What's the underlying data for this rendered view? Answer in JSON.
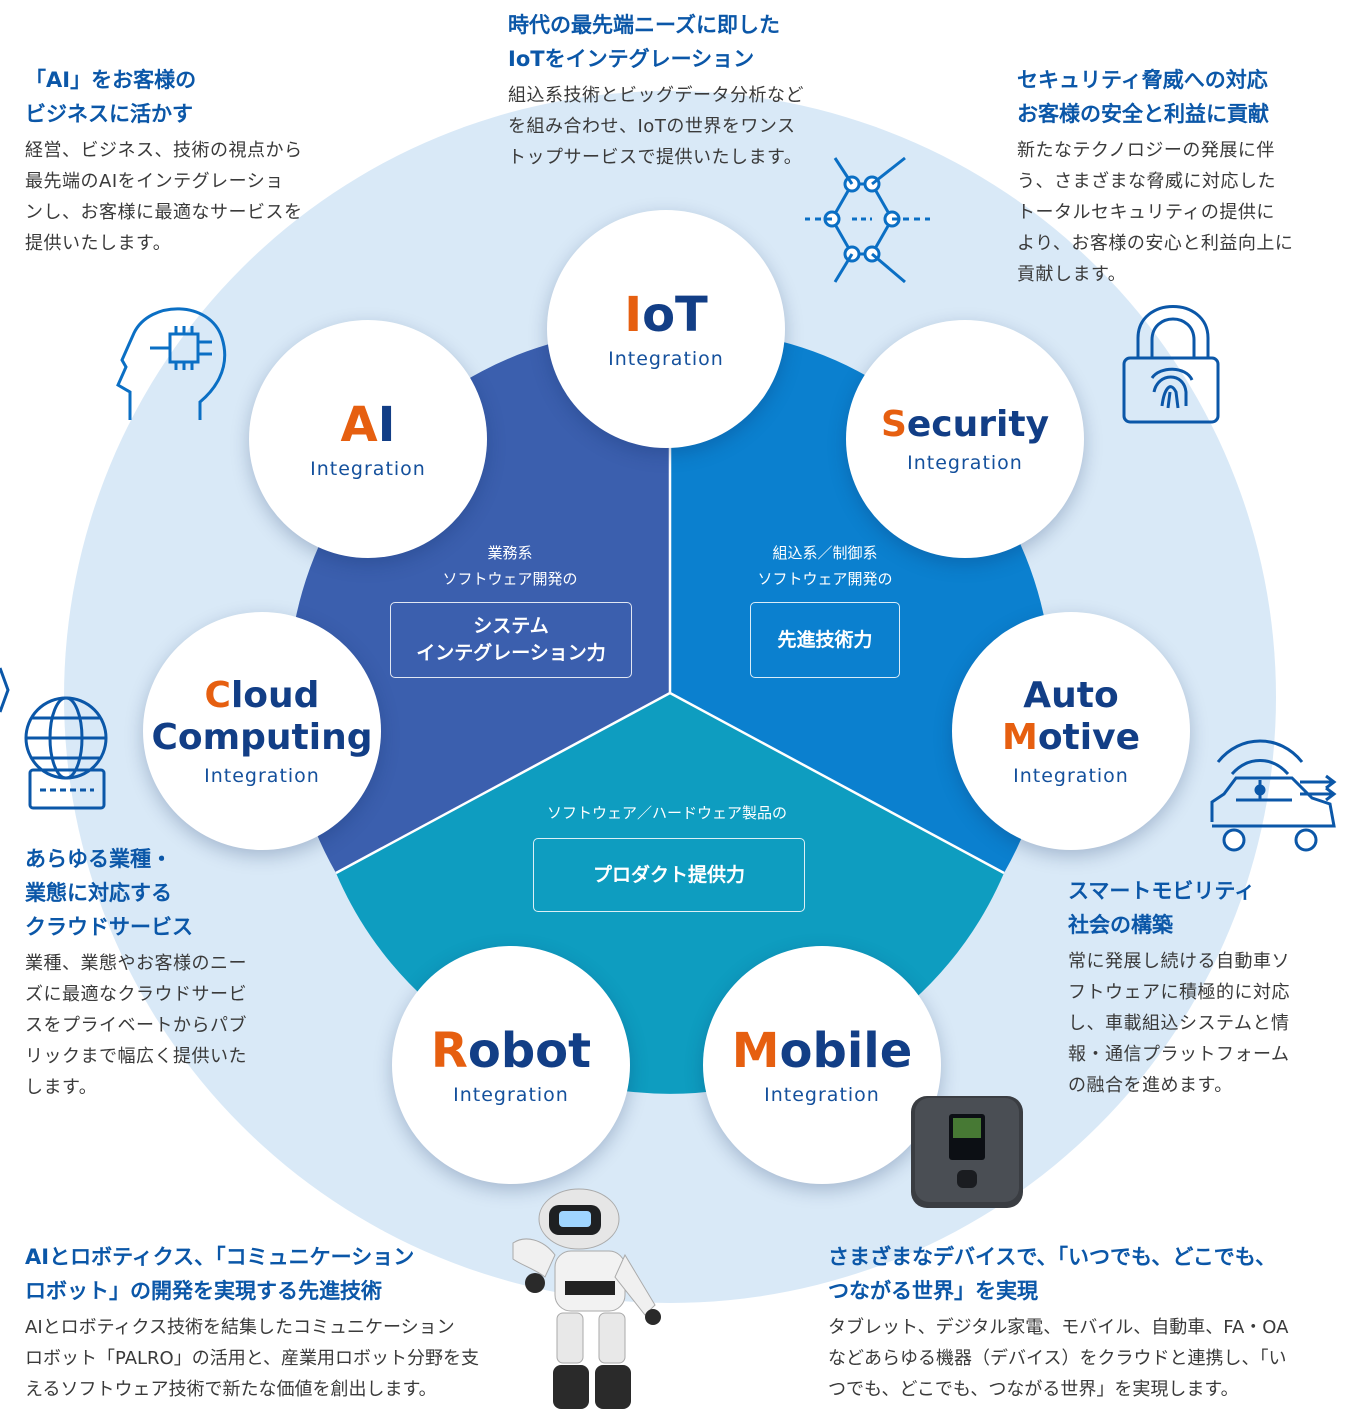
{
  "colors": {
    "outer_circle": "#d9e9f7",
    "sector_left": "#3b5fae",
    "sector_right": "#0b80cf",
    "sector_bottom": "#0e9dc0",
    "heading": "#0b57a8",
    "accent": "#e65f10",
    "node_title": "#123e86"
  },
  "nodes": {
    "iot": {
      "accent": "I",
      "rest": "oT",
      "sub": "Integration"
    },
    "ai": {
      "accent": "A",
      "rest": "I",
      "sub": "Integration"
    },
    "security": {
      "accent": "S",
      "rest": "ecurity",
      "sub": "Integration"
    },
    "cloud": {
      "accent": "C",
      "rest": "loud",
      "line2": "Computing",
      "sub": "Integration"
    },
    "auto": {
      "line1": "Auto",
      "accent": "M",
      "rest": "otive",
      "sub": "Integration"
    },
    "robot": {
      "accent": "R",
      "rest": "obot",
      "sub": "Integration"
    },
    "mobile": {
      "accent": "M",
      "rest": "obile",
      "sub": "Integration"
    }
  },
  "sectors": {
    "left": {
      "label1": "業務系",
      "label2": "ソフトウェア開発の",
      "box1": "システム",
      "box2": "インテグレーション力"
    },
    "right": {
      "label1": "組込系／制御系",
      "label2": "ソフトウェア開発の",
      "box": "先進技術力"
    },
    "bottom": {
      "label": "ソフトウェア／ハードウェア製品の",
      "box": "プロダクト提供力"
    }
  },
  "texts": {
    "iot": {
      "h1": "時代の最先端ニーズに即した",
      "h2": "IoTをインテグレーション",
      "b1": "組込系技術とビッグデータ分析など",
      "b2": "を組み合わせ、IoTの世界をワンス",
      "b3": "トップサービスで提供いたします。"
    },
    "ai": {
      "h1": "「AI」をお客様の",
      "h2": "ビジネスに活かす",
      "b1": "経営、ビジネス、技術の視点から",
      "b2": "最先端のAIをインテグレーショ",
      "b3": "ンし、お客様に最適なサービスを",
      "b4": "提供いたします。"
    },
    "security": {
      "h1": "セキュリティ脅威への対応",
      "h2": "お客様の安全と利益に貢献",
      "b1": "新たなテクノロジーの発展に伴",
      "b2": "う、さまざまな脅威に対応した",
      "b3": "トータルセキュリティの提供に",
      "b4": "より、お客様の安心と利益向上に",
      "b5": "貢献します。"
    },
    "cloud": {
      "h1": "あらゆる業種・",
      "h2": "業態に対応する",
      "h3": "クラウドサービス",
      "b1": "業種、業態やお客様のニー",
      "b2": "ズに最適なクラウドサービ",
      "b3": "スをプライベートからパブ",
      "b4": "リックまで幅広く提供いた",
      "b5": "します。"
    },
    "auto": {
      "h1": "スマートモビリティ",
      "h2": "社会の構築",
      "b1": "常に発展し続ける自動車ソ",
      "b2": "フトウェアに積極的に対応",
      "b3": "し、車載組込システムと情",
      "b4": "報・通信プラットフォーム",
      "b5": "の融合を進めます。"
    },
    "robot": {
      "h1": "AIとロボティクス、「コミュニケーション",
      "h2": "ロボット」の開発を実現する先進技術",
      "b1": "AIとロボティクス技術を結集したコミュニケーション",
      "b2": "ロボット「PALRO」の活用と、産業用ロボット分野を支",
      "b3": "えるソフトウェア技術で新たな価値を創出します。"
    },
    "mobile": {
      "h1": "さまざまなデバイスで、「いつでも、どこでも、",
      "h2": "つながる世界」を実現",
      "b1": "タブレット、デジタル家電、モバイル、自動車、FA・OA",
      "b2": "などあらゆる機器（デバイス）をクラウドと連携し、「い",
      "b3": "つでも、どこでも、つながる世界」を実現します。"
    }
  },
  "icons": [
    "hexagon-network-icon",
    "head-chip-icon",
    "padlock-fingerprint-icon",
    "globe-cloud-icon",
    "car-wifi-icon",
    "mobile-router-device",
    "palro-robot"
  ]
}
